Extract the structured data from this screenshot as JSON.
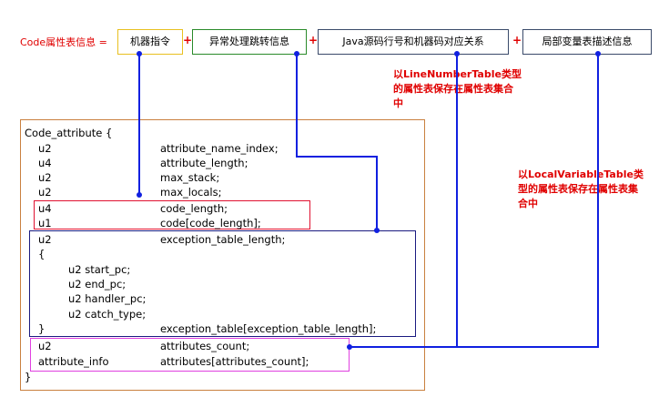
{
  "header": {
    "label": "Code属性表信息 =",
    "plus": "+",
    "boxes": [
      "机器指令",
      "异常处理跳转信息",
      "Java源码行号和机器码对应关系",
      "局部变量表描述信息"
    ]
  },
  "notes": {
    "line_number": [
      "以LineNumberTable类型",
      "的属性表保存在属性表集合",
      "中"
    ],
    "local_variable": [
      "以LocalVariableTable类",
      "型的属性表保存在属性表集",
      "合中"
    ]
  },
  "code": {
    "open": "Code_attribute {",
    "rows": [
      {
        "type": "u2",
        "name": "attribute_name_index;"
      },
      {
        "type": "u4",
        "name": "attribute_length;"
      },
      {
        "type": "u2",
        "name": "max_stack;"
      },
      {
        "type": "u2",
        "name": "max_locals;"
      },
      {
        "type": "u4",
        "name": "code_length;"
      },
      {
        "type": "u1",
        "name": "code[code_length];"
      },
      {
        "type": "u2",
        "name": "exception_table_length;"
      }
    ],
    "brace_open": "{",
    "exception_fields": [
      "u2 start_pc;",
      "u2 end_pc;",
      "u2 handler_pc;",
      "u2 catch_type;"
    ],
    "brace_close": "}",
    "exception_table": "exception_table[exception_table_length];",
    "attr_rows": [
      {
        "type": "u2",
        "name": "attributes_count;"
      },
      {
        "type": "attribute_info",
        "name": "attributes[attributes_count];"
      }
    ],
    "close": "}"
  },
  "colors": {
    "frame": "#c9803f",
    "wire": "#1020e0",
    "note": "#e00000",
    "box_code": "#e01030",
    "box_exception": "#1a1a80",
    "box_attributes": "#e040e0",
    "hbox_yellow": "#e8c020",
    "hbox_green": "#2a8a2a",
    "hbox_dark": "#3a4a6a"
  }
}
